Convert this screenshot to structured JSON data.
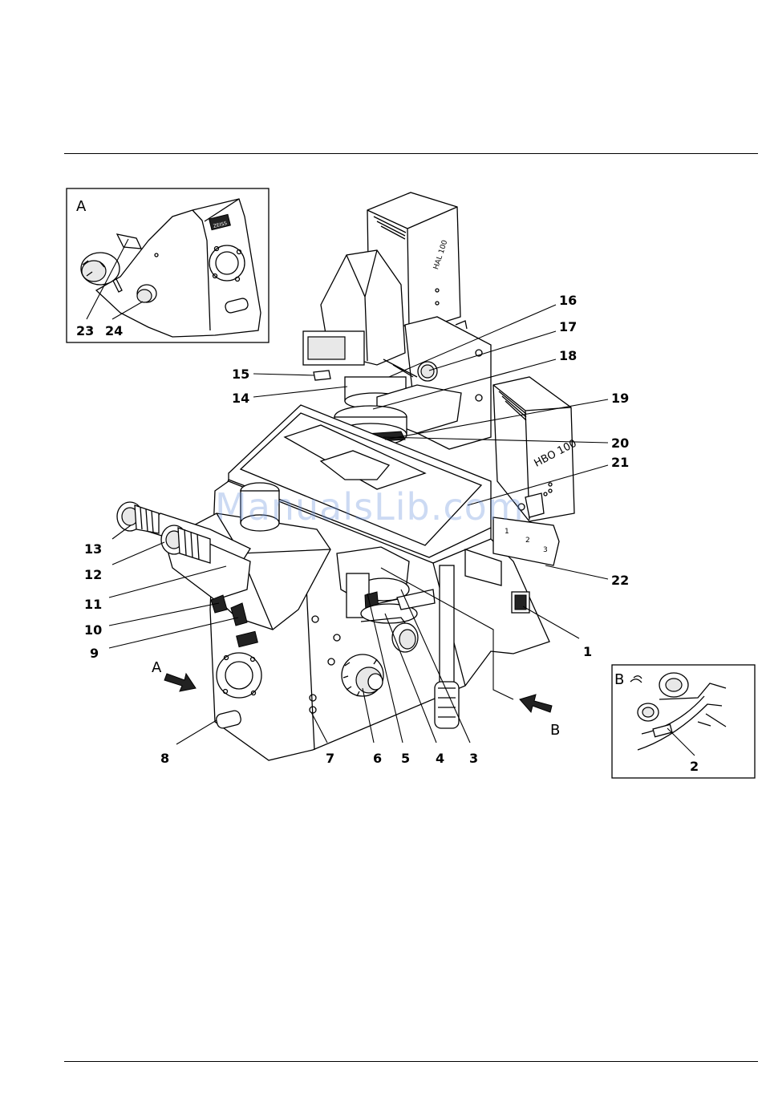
{
  "watermark": "ManualsLib.com",
  "inset_a": {
    "letter": "A",
    "logo": "ZEISS"
  },
  "inset_b": {
    "letter": "B"
  },
  "view_arrows": {
    "a": "A",
    "b": "B"
  },
  "device_text": {
    "hal": "HAL 100",
    "hbo": "HBO 100",
    "filter_positions": [
      "1",
      "2",
      "3"
    ]
  },
  "callouts": {
    "c1": "1",
    "c2": "2",
    "c3": "3",
    "c4": "4",
    "c5": "5",
    "c6": "6",
    "c7": "7",
    "c8": "8",
    "c9": "9",
    "c10": "10",
    "c11": "11",
    "c12": "12",
    "c13": "13",
    "c14": "14",
    "c15": "15",
    "c16": "16",
    "c17": "17",
    "c18": "18",
    "c19": "19",
    "c20": "20",
    "c21": "21",
    "c22": "22",
    "c23": "23",
    "c24": "24"
  }
}
